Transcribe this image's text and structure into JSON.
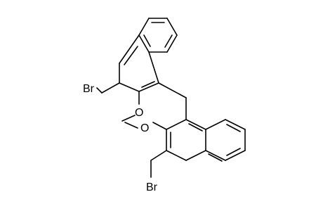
{
  "molecule": {
    "labels": {
      "br_top": "Br",
      "br_bottom": "Br",
      "ome_top": "O",
      "ome_bottom": "O"
    },
    "colors": {
      "bond": "#000000",
      "background": "#ffffff"
    }
  }
}
